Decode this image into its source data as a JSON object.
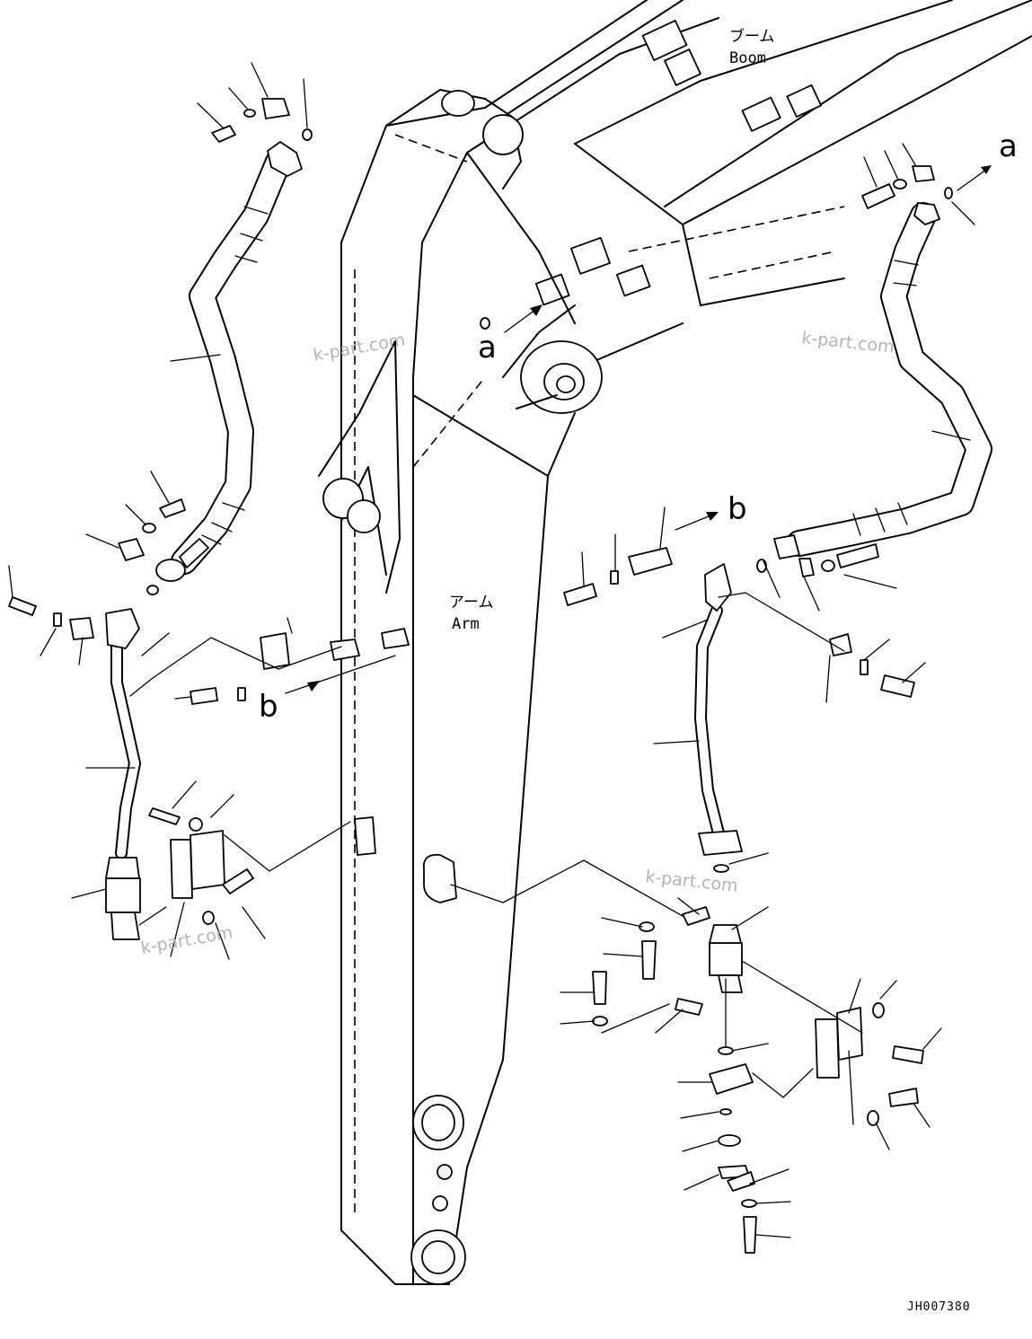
{
  "labels": {
    "boom_jp": "ブーム",
    "boom_en": "Boom",
    "arm_jp": "アーム",
    "arm_en": "Arm",
    "ref_a": "a",
    "ref_b": "b"
  },
  "watermark": "k-part.com",
  "drawing_code": "JH007380"
}
